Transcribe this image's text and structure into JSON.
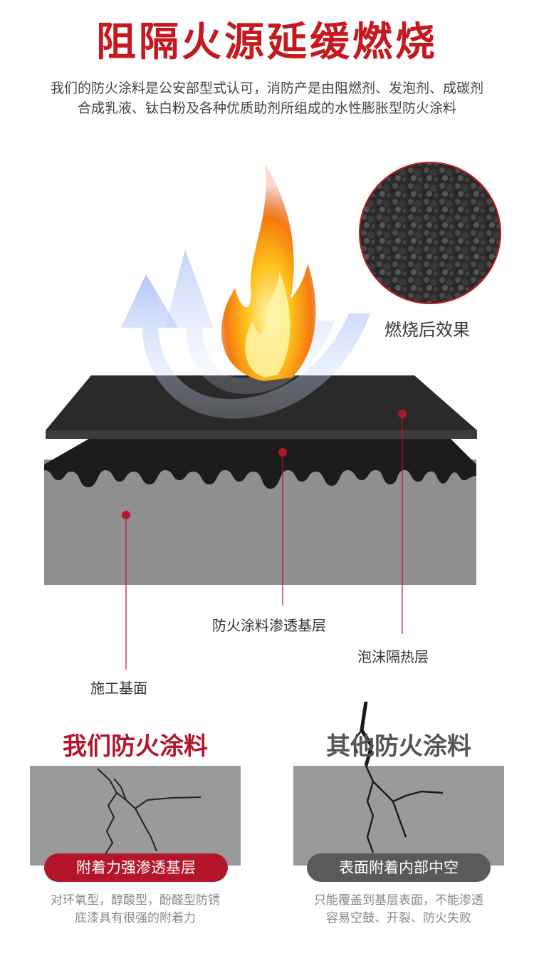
{
  "header": {
    "title": "阻隔火源延缓燃烧",
    "intro_line1": "我们的防火涂料是公安部型式认可，消防产是由阻燃剂、发泡剂、成碳剂",
    "intro_line2": "合成乳液、钛白粉及各种优质助剂所组成的水性膨胀型防火涂料"
  },
  "diagram": {
    "burn_result_label": "燃烧后效果",
    "labels": {
      "penetration_layer": "防火涂料渗透基层",
      "foam_layer": "泡沫隔热层",
      "substrate": "施工基面"
    }
  },
  "comparison": {
    "ours": {
      "title": "我们防火涂料",
      "badge": "附着力强渗透基层",
      "note_line1": "对环氧型，醇酸型，酚醛型防锈",
      "note_line2": "底漆具有很强的附着力"
    },
    "others": {
      "title": "其他防火涂料",
      "badge": "表面附着内部中空",
      "note_line1": "只能覆盖到基层表面，不能渗透",
      "note_line2": "容易空鼓、开裂、防火失败"
    }
  },
  "colors": {
    "brand_red": "#c41a1f",
    "badge_red": "#b5152b",
    "badge_gray": "#5a5a5a",
    "leader_dot": "#b5152b"
  }
}
